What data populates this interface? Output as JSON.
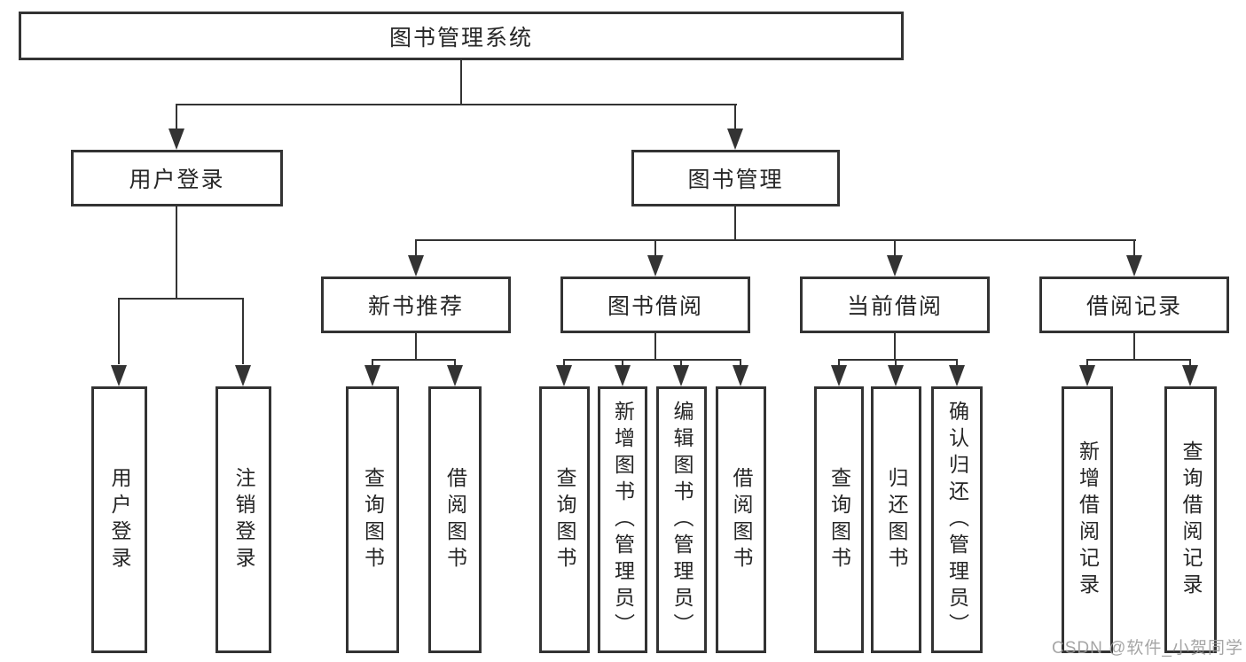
{
  "diagram": {
    "title": "图书管理系统",
    "root": "图书管理系统",
    "level2": [
      "用户登录",
      "图书管理"
    ],
    "level3": [
      "新书推荐",
      "图书借阅",
      "当前借阅",
      "借阅记录"
    ],
    "leaves": {
      "user": [
        "用户登录",
        "注销登录"
      ],
      "recommend": [
        "查询图书",
        "借阅图书"
      ],
      "borrow": [
        "查询图书",
        "新增图书（管理员）",
        "编辑图书（管理员）",
        "借阅图书"
      ],
      "current": [
        "查询图书",
        "归还图书",
        "确认归还（管理员）"
      ],
      "record": [
        "新增借阅记录",
        "查询借阅记录"
      ]
    }
  },
  "watermark": "CSDN @软件_小贺同学",
  "colors": {
    "line": "#333333",
    "text": "#262626",
    "background": "#ffffff",
    "watermark": "#9c9c9c"
  }
}
